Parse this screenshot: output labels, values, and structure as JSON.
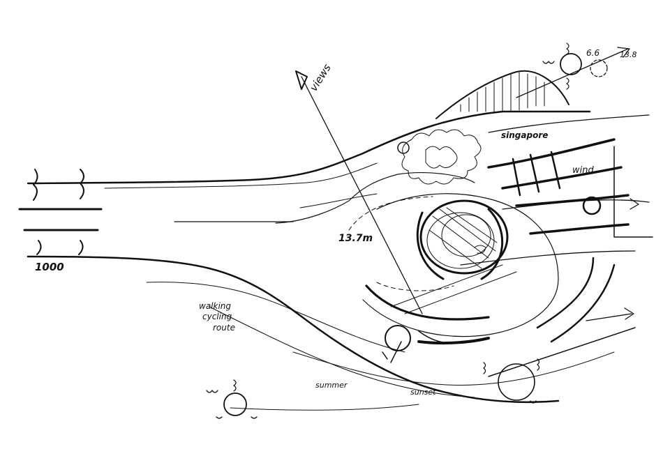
{
  "sketch": {
    "labels": {
      "views": "views",
      "distance_13": "13.7m",
      "sun_6_6": "6.6",
      "sun_13_8": "13.8",
      "walking_line1": "walking",
      "walking_line2": "cycling",
      "walking_line3": "route",
      "singapore": "singapore",
      "wind": "wind",
      "summer": "summer",
      "sunset": "sunset",
      "scale_1000": "1000"
    },
    "colors": {
      "ink": "#111111",
      "paper": "#ffffff"
    }
  }
}
